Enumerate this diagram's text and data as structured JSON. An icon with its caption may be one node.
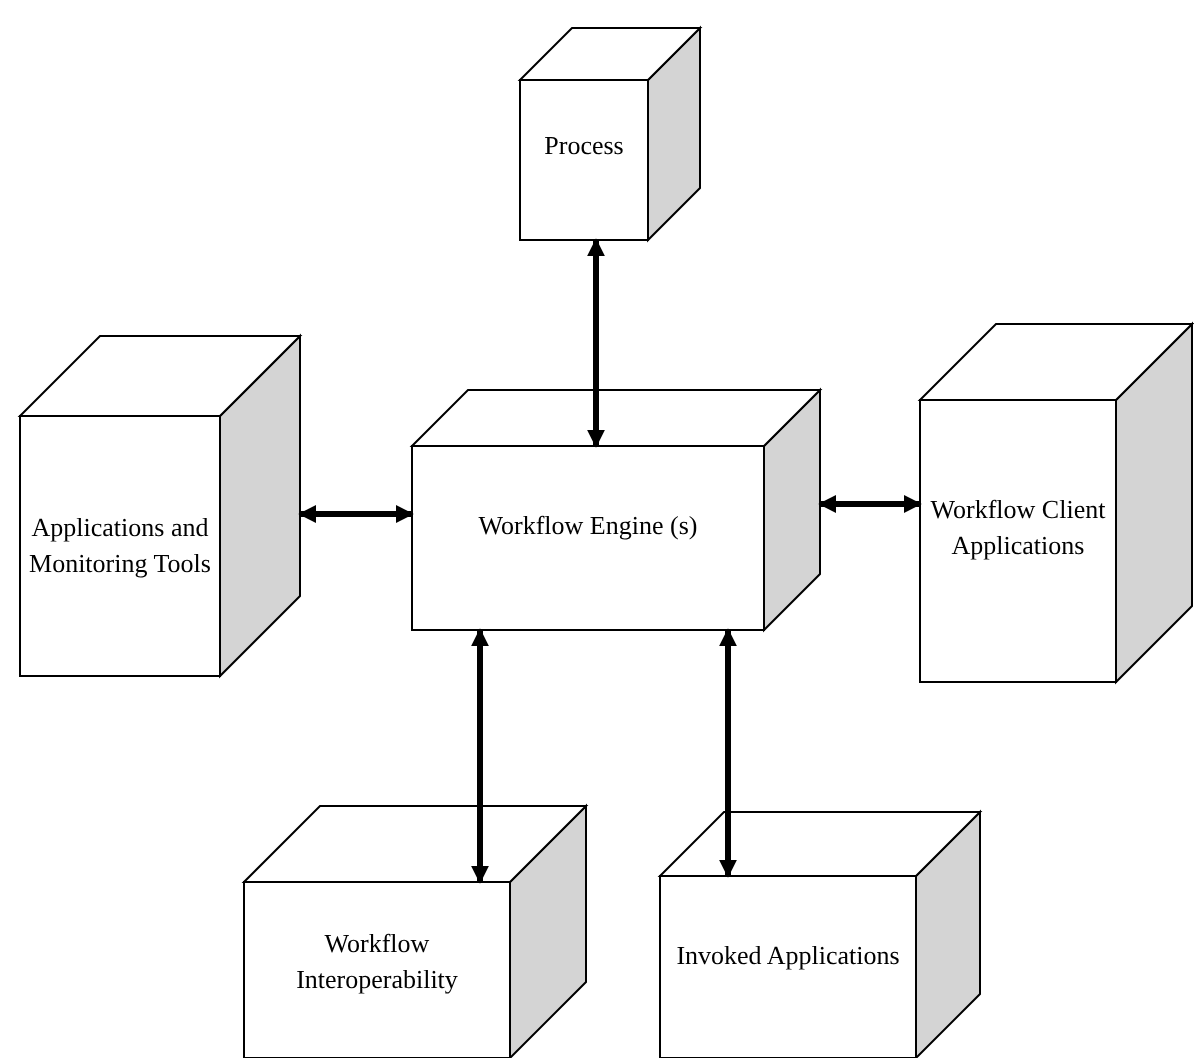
{
  "diagram": {
    "nodes": [
      {
        "text": [
          "Process"
        ]
      },
      {
        "text": [
          "Applications and Monitoring Tools"
        ]
      },
      {
        "text": [
          "Workflow Engine (s)"
        ]
      },
      {
        "text": [
          "Workflow Client Applications"
        ]
      },
      {
        "text": [
          "Workflow Interoperability"
        ]
      },
      {
        "text": [
          "Invoked Applications"
        ]
      }
    ],
    "edges": [
      {
        "from": 0,
        "to": 2,
        "arrow": "both"
      },
      {
        "from": 1,
        "to": 2,
        "arrow": "both"
      },
      {
        "from": 2,
        "to": 3,
        "arrow": "both"
      },
      {
        "from": 2,
        "to": 4,
        "arrow": "both"
      },
      {
        "from": 2,
        "to": 5,
        "arrow": "both"
      }
    ]
  }
}
